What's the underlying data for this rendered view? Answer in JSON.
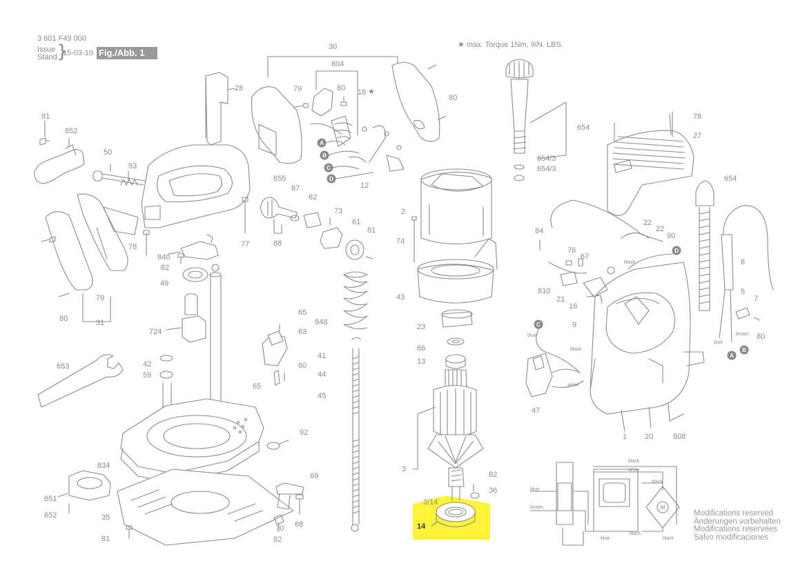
{
  "header": {
    "part_code": "3 601 F49 000",
    "issue_label": "Issue",
    "stand_label": "Stand",
    "date": "15-03-10",
    "figure_label": "Fig./Abb. 1"
  },
  "torque_note": "★ max. Torque 1Nm,  9IN. LBS.",
  "modifications": [
    "Modifications reserved",
    "Änderungen vorbehalten",
    "Modifications reservées",
    "Salvo modificaciones"
  ],
  "colors": {
    "line": "#8a8a8a",
    "highlight": "#fff33a",
    "background": "#ffffff"
  },
  "highlighted_part": "14",
  "parts": [
    {
      "id": "p-91",
      "label": "91"
    },
    {
      "id": "p-852",
      "label": "852"
    },
    {
      "id": "p-50",
      "label": "50"
    },
    {
      "id": "p-53",
      "label": "53"
    },
    {
      "id": "p-28",
      "label": "28"
    },
    {
      "id": "p-30",
      "label": "30"
    },
    {
      "id": "p-804",
      "label": "804"
    },
    {
      "id": "p-79a",
      "label": "79"
    },
    {
      "id": "p-80a",
      "label": "80"
    },
    {
      "id": "p-18",
      "label": "18"
    },
    {
      "id": "p-80b",
      "label": "80"
    },
    {
      "id": "p-12",
      "label": "12"
    },
    {
      "id": "p-855",
      "label": "855"
    },
    {
      "id": "p-87",
      "label": "87"
    },
    {
      "id": "p-62",
      "label": "62"
    },
    {
      "id": "p-73",
      "label": "73"
    },
    {
      "id": "p-61",
      "label": "61"
    },
    {
      "id": "p-81a",
      "label": "81"
    },
    {
      "id": "p-88",
      "label": "88"
    },
    {
      "id": "p-77",
      "label": "77"
    },
    {
      "id": "p-78a",
      "label": "78"
    },
    {
      "id": "p-840",
      "label": "840"
    },
    {
      "id": "p-82a",
      "label": "82"
    },
    {
      "id": "p-49",
      "label": "49"
    },
    {
      "id": "p-79b",
      "label": "79"
    },
    {
      "id": "p-80c",
      "label": "80"
    },
    {
      "id": "p-31",
      "label": "31"
    },
    {
      "id": "p-724",
      "label": "724"
    },
    {
      "id": "p-848",
      "label": "848"
    },
    {
      "id": "p-65a",
      "label": "65"
    },
    {
      "id": "p-63",
      "label": "63"
    },
    {
      "id": "p-41",
      "label": "41"
    },
    {
      "id": "p-44",
      "label": "44"
    },
    {
      "id": "p-45",
      "label": "45"
    },
    {
      "id": "p-60",
      "label": "60"
    },
    {
      "id": "p-65b",
      "label": "65"
    },
    {
      "id": "p-653",
      "label": "653"
    },
    {
      "id": "p-42",
      "label": "42"
    },
    {
      "id": "p-59",
      "label": "59"
    },
    {
      "id": "p-92",
      "label": "92"
    },
    {
      "id": "p-834",
      "label": "834"
    },
    {
      "id": "p-69",
      "label": "69"
    },
    {
      "id": "p-651",
      "label": "651"
    },
    {
      "id": "p-652",
      "label": "652"
    },
    {
      "id": "p-35",
      "label": "35"
    },
    {
      "id": "p-70",
      "label": "70"
    },
    {
      "id": "p-68",
      "label": "68"
    },
    {
      "id": "p-82b",
      "label": "82"
    },
    {
      "id": "p-81b",
      "label": "81"
    },
    {
      "id": "p-2",
      "label": "2"
    },
    {
      "id": "p-74",
      "label": "74"
    },
    {
      "id": "p-43",
      "label": "43"
    },
    {
      "id": "p-23",
      "label": "23"
    },
    {
      "id": "p-66",
      "label": "66"
    },
    {
      "id": "p-13",
      "label": "13"
    },
    {
      "id": "p-3",
      "label": "3"
    },
    {
      "id": "p-82c",
      "label": "82"
    },
    {
      "id": "p-36",
      "label": "36"
    },
    {
      "id": "p-314",
      "label": "3/14"
    },
    {
      "id": "p-14",
      "label": "14"
    },
    {
      "id": "p-654a",
      "label": "654"
    },
    {
      "id": "p-6543a",
      "label": "654/3"
    },
    {
      "id": "p-6543b",
      "label": "654/3"
    },
    {
      "id": "p-78b",
      "label": "78"
    },
    {
      "id": "p-27",
      "label": "27"
    },
    {
      "id": "p-654b",
      "label": "654"
    },
    {
      "id": "p-84",
      "label": "84"
    },
    {
      "id": "p-76",
      "label": "76"
    },
    {
      "id": "p-67",
      "label": "67"
    },
    {
      "id": "p-22a",
      "label": "22"
    },
    {
      "id": "p-22b",
      "label": "22"
    },
    {
      "id": "p-90",
      "label": "90"
    },
    {
      "id": "p-810",
      "label": "810"
    },
    {
      "id": "p-21",
      "label": "21"
    },
    {
      "id": "p-16",
      "label": "16"
    },
    {
      "id": "p-9",
      "label": "9"
    },
    {
      "id": "p-6",
      "label": "6"
    },
    {
      "id": "p-5",
      "label": "5"
    },
    {
      "id": "p-7",
      "label": "7"
    },
    {
      "id": "p-80d",
      "label": "80"
    },
    {
      "id": "p-47",
      "label": "47"
    },
    {
      "id": "p-1",
      "label": "1"
    },
    {
      "id": "p-20",
      "label": "20"
    },
    {
      "id": "p-808",
      "label": "808"
    }
  ],
  "connectors": [
    "A",
    "B",
    "C",
    "D"
  ],
  "wire_labels": {
    "black": "black",
    "blue": "blue",
    "brown": "brown",
    "white": "white",
    "motor": "M"
  }
}
